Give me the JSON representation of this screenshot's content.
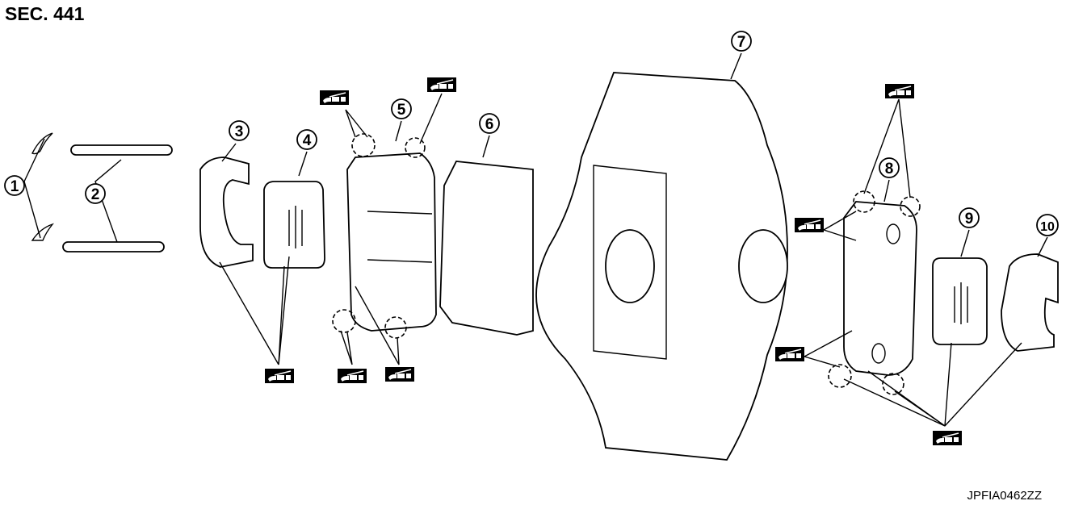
{
  "section_label": "SEC. 441",
  "figure_code": "JPFIA0462ZZ",
  "callouts": [
    "1",
    "2",
    "3",
    "4",
    "5",
    "6",
    "7",
    "8",
    "9",
    "10"
  ],
  "symbol": "grease-application-icon"
}
